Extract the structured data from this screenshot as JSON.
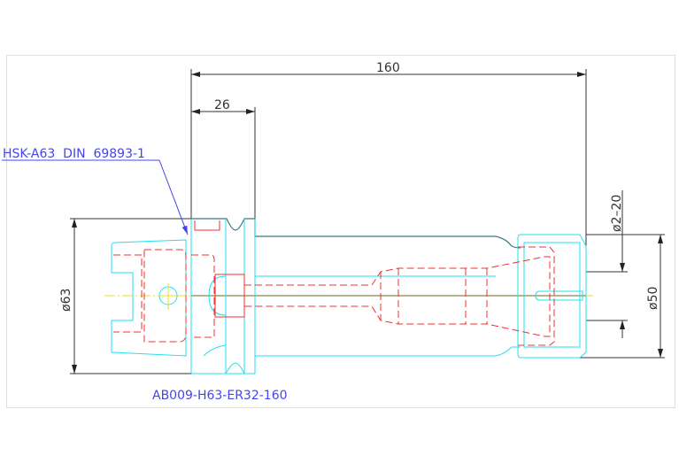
{
  "dimensions": {
    "overall_length": "160",
    "flange_length": "26",
    "shank_diameter": "ø63",
    "nut_diameter": "ø50",
    "clamping_range": "ø2–20"
  },
  "labels": {
    "interface": "HSK-A63  DIN  69893-1",
    "part_number": "AB009-H63-ER32-160"
  },
  "colors": {
    "outline": "#22e0f0",
    "hidden": "#f03030",
    "centerline": "#e8e020",
    "annotation": "#4444ee"
  }
}
